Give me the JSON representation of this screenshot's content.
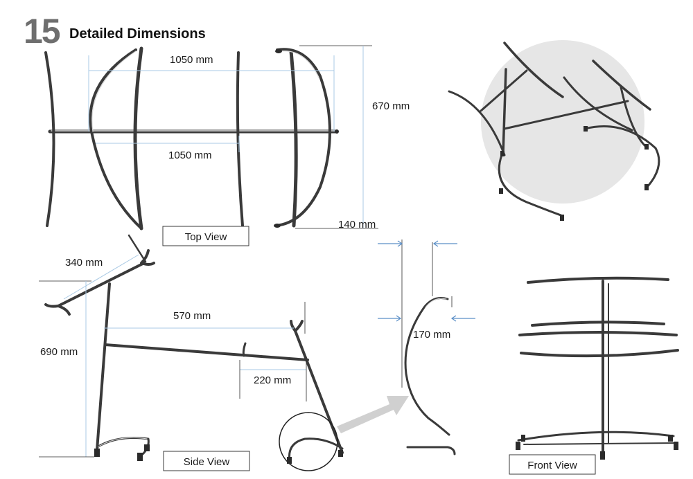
{
  "header": {
    "page_number": "15",
    "title": "Detailed Dimensions"
  },
  "top_view": {
    "label": "Top View",
    "dim_upper_width": "1050 mm",
    "dim_lower_width": "1050 mm",
    "dim_depth": "670 mm",
    "dim_offset": "140 mm"
  },
  "side_view": {
    "label": "Side View",
    "dim_arm": "340 mm",
    "dim_height": "690 mm",
    "dim_span": "570 mm",
    "dim_rear": "220 mm"
  },
  "detail_view": {
    "dim_depth": "170 mm"
  },
  "front_view": {
    "label": "Front View"
  },
  "colors": {
    "dimension_line": "#a9c9e4",
    "tube": "#3a3a3a",
    "circle_background": "#e6e6e6",
    "arrow": "#d0d0d0"
  }
}
